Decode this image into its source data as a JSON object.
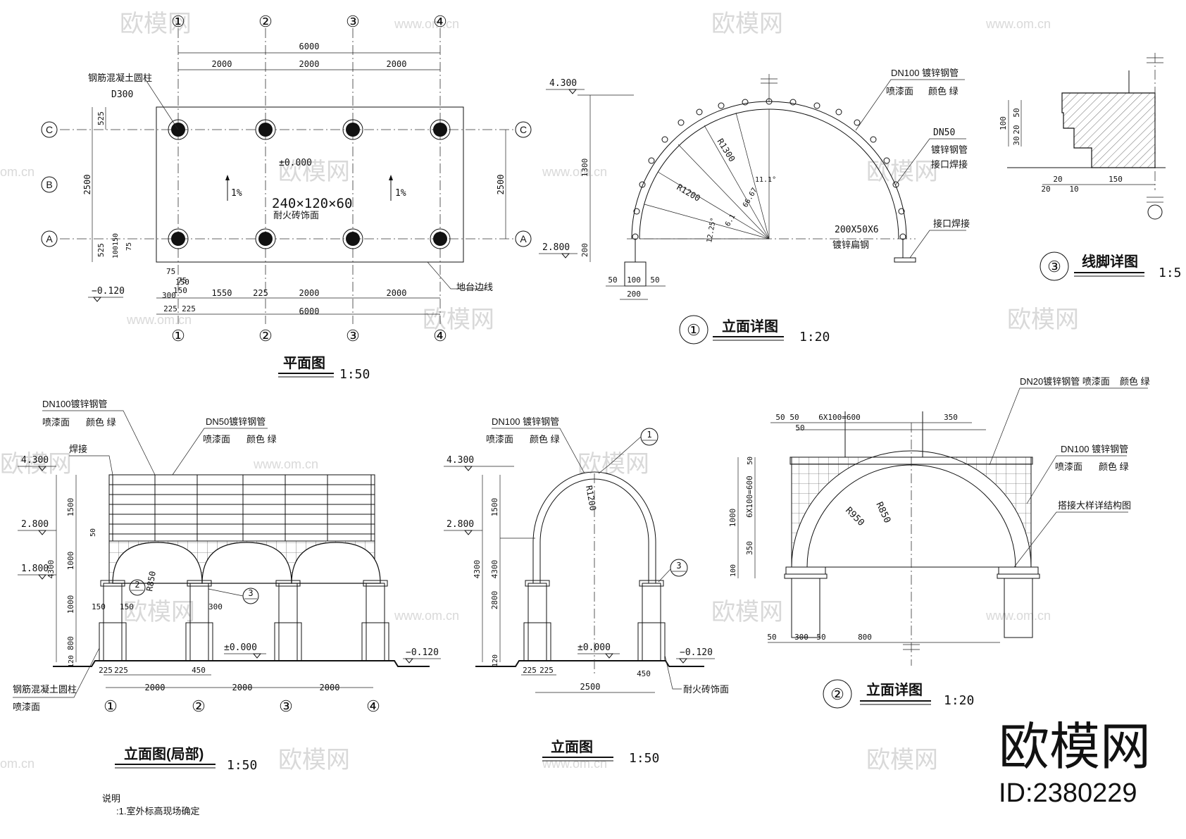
{
  "watermark": {
    "brand": "欧模网",
    "site": "www.om.cn",
    "site_short": "om.cn"
  },
  "brand": {
    "name": "欧模网",
    "id": "ID:2380229"
  },
  "plan": {
    "title": "平面图",
    "scale": "1:50",
    "axes_num": [
      "①",
      "②",
      "③",
      "④"
    ],
    "axes_letter": [
      "C",
      "B",
      "A"
    ],
    "dim_total": "6000",
    "dim_bay": "2000",
    "dim_2500": "2500",
    "dim_525": "525",
    "dim_100": "100",
    "dim_150": "150",
    "dim_75": "75",
    "dim_300": "300",
    "dim_225": "225",
    "dim_1550": "1550",
    "column_label": "钢筋混凝土圆柱",
    "column_dia": "D300",
    "level_000": "±0.000",
    "level_neg": "−0.120",
    "slope": "1%",
    "brick_size": "240×120×60",
    "brick_label": "耐火砖饰面",
    "edge_label": "地台边线"
  },
  "detail1": {
    "title_num": "①",
    "title": "立面详图",
    "scale": "1:20",
    "level_4300": "4.300",
    "level_2800": "2.800",
    "dim_1300": "1300",
    "dim_200": "200",
    "dim_50": "50",
    "dim_100": "100",
    "r1300": "R1300",
    "r1200": "R1200",
    "ang1": "11.1°",
    "ang2": "66.67",
    "ang3": "6.1",
    "ang4": "12.25°",
    "pipe100": "DN100 镀锌钢管",
    "paint": "喷漆面",
    "color": "颜色 绿",
    "pipe50": "DN50",
    "pipe50b": "镀锌钢管",
    "joint": "接口焊接",
    "flat": "200X50X6",
    "flat_label": "镀锌扁钢",
    "joint2": "接口焊接"
  },
  "detail3": {
    "title_num": "③",
    "title": "线脚详图",
    "scale": "1:5",
    "dim_100": "100",
    "dim_50": "50",
    "dim_20": "20",
    "dim_30": "30",
    "dim_150": "150",
    "dim_10": "10"
  },
  "elev_partial": {
    "title": "立面图(局部)",
    "scale": "1:50",
    "pipe100": "DN100镀锌钢管",
    "paint": "喷漆面",
    "color": "颜色 绿",
    "pipe50": "DN50镀锌钢管",
    "weld": "焊接",
    "level_4300": "4.300",
    "level_2800": "2.800",
    "level_1800": "1.800",
    "level_000": "±0.000",
    "level_neg": "−0.120",
    "dim_1500": "1500",
    "dim_1000": "1000",
    "dim_800": "800",
    "dim_120": "120",
    "dim_4300": "4300",
    "dim_50": "50",
    "dim_150": "150",
    "dim_300": "300",
    "dim_225": "225",
    "dim_450": "450",
    "dim_2000": "2000",
    "r850": "R850",
    "callout2": "2",
    "callout3": "3",
    "column_label": "钢筋混凝土圆柱",
    "column_paint": "喷漆面",
    "axes": [
      "①",
      "②",
      "③",
      "④"
    ],
    "note_title": "说明",
    "note_1": ":1.室外标高现场确定"
  },
  "elev": {
    "title": "立面图",
    "scale": "1:50",
    "pipe100": "DN100 镀锌钢管",
    "paint": "喷漆面",
    "color": "颜色 绿",
    "level_4300": "4.300",
    "level_2800": "2.800",
    "level_000": "±0.000",
    "level_neg": "−0.120",
    "dim_1500": "1500",
    "dim_2800": "2800",
    "dim_4300": "4300",
    "dim_120": "120",
    "dim_225": "225",
    "dim_2500": "2500",
    "dim_450": "450",
    "r1200": "R1200",
    "callout1": "1",
    "callout3": "3",
    "brick": "耐火砖饰面"
  },
  "detail2": {
    "title_num": "②",
    "title": "立面详图",
    "scale": "1:20",
    "pipe20": "DN20镀锌钢管 喷漆面",
    "color": "颜色 绿",
    "pipe100": "DN100 镀锌钢管",
    "paint": "喷漆面",
    "color2": "颜色 绿",
    "lap": "搭接大样详结构图",
    "dim_50": "50",
    "dim_600": "6X100=600",
    "dim_350": "350",
    "dim_1000": "1000",
    "dim_600v": "6X100=600",
    "dim_100": "100",
    "dim_300": "300",
    "dim_800": "800",
    "r950": "R950",
    "r850": "R850"
  }
}
